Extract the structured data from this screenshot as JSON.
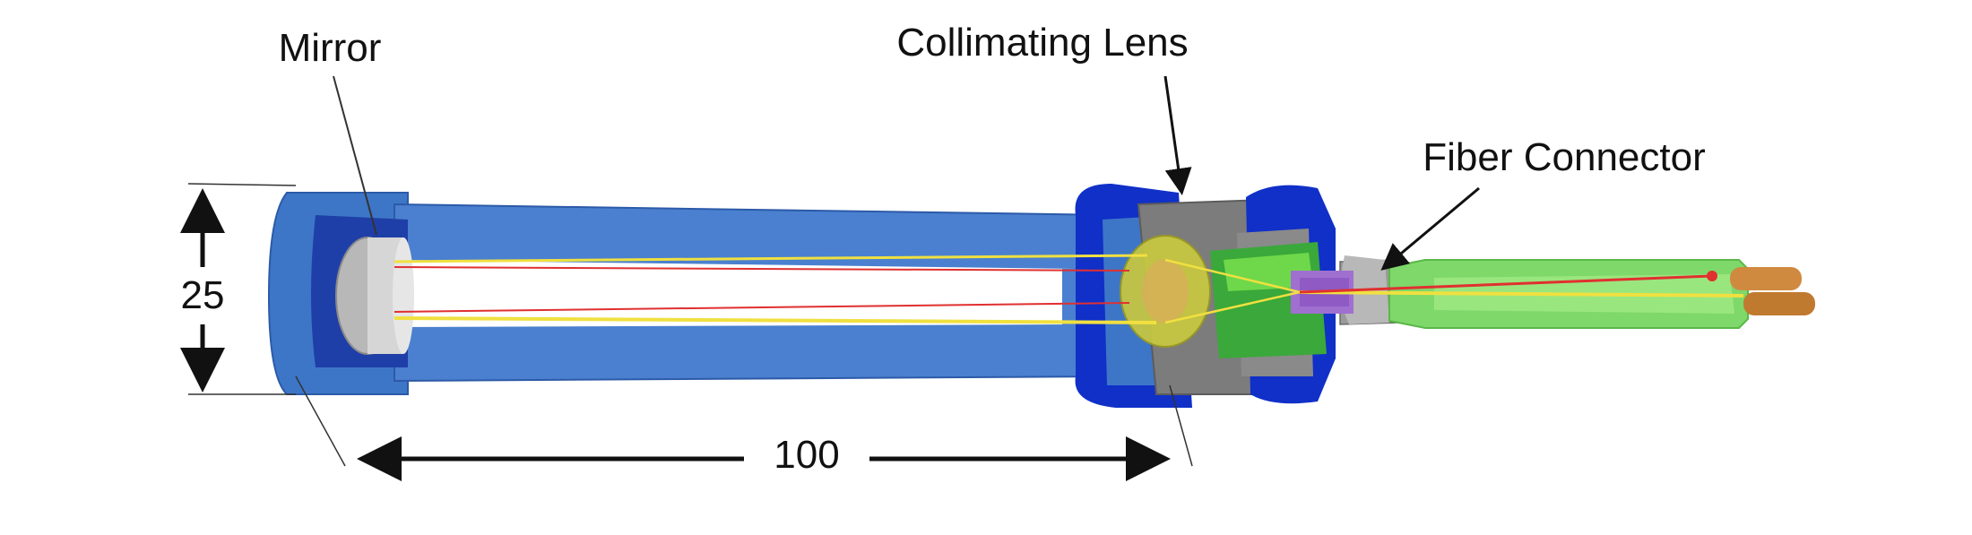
{
  "labels": {
    "mirror": "Mirror",
    "collimating_lens": "Collimating Lens",
    "fiber_connector": "Fiber Connector"
  },
  "dimensions": {
    "diameter": "25",
    "length": "100"
  },
  "colors": {
    "tube": "#3d76c7",
    "tube_dark": "#1f3fa8",
    "flange": "#1030c8",
    "housing": "#7c7c7c",
    "mirror": "#c8c8c8",
    "lens": "#c8c840",
    "fiber_green": "#7ed86a",
    "connector_purple": "#a070d0",
    "ray_yellow": "#f0e040",
    "ray_red": "#e03030",
    "ferrule": "#d08a40"
  }
}
